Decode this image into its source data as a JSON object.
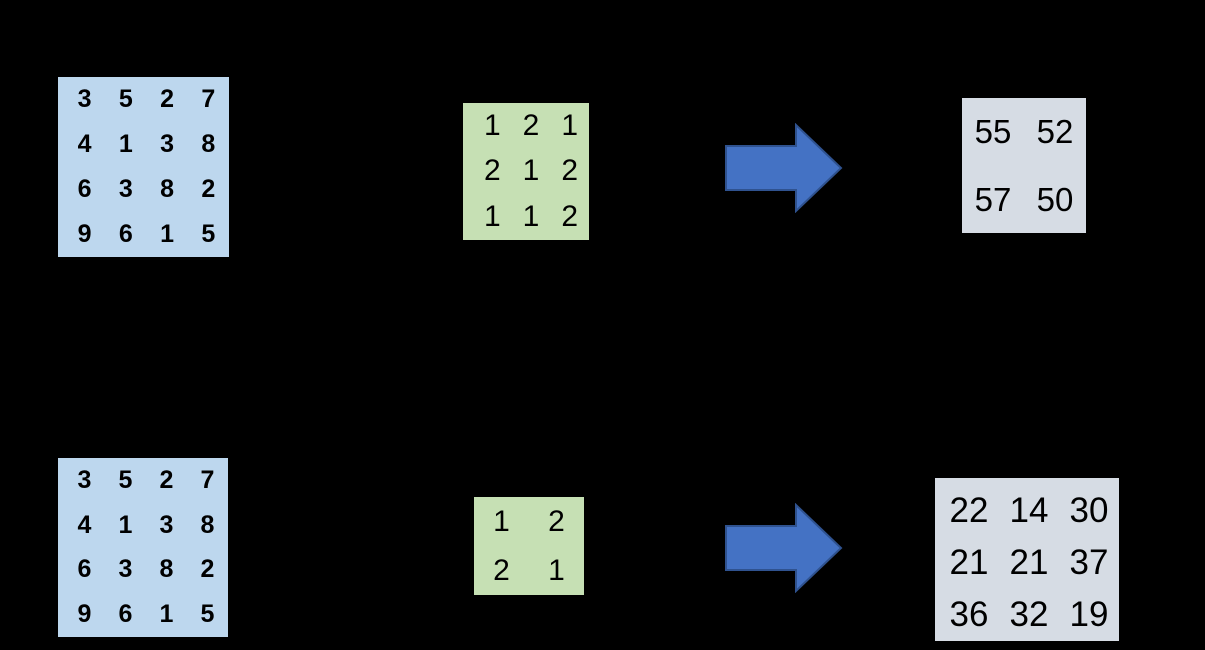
{
  "background": "#000000",
  "colors": {
    "input_fill": "#BDD7EE",
    "kernel_fill": "#C6E0B4",
    "output_fill": "#D6DCE4",
    "arrow_fill": "#4472C4",
    "arrow_border": "#2F528F",
    "text": "#000000"
  },
  "icons": {
    "arrow": "right-arrow"
  },
  "examples": [
    {
      "input": {
        "rows": [
          [
            3,
            5,
            2,
            7
          ],
          [
            4,
            1,
            3,
            8
          ],
          [
            6,
            3,
            8,
            2
          ],
          [
            9,
            6,
            1,
            5
          ]
        ]
      },
      "kernel": {
        "rows": [
          [
            1,
            2,
            1
          ],
          [
            2,
            1,
            2
          ],
          [
            1,
            1,
            2
          ]
        ]
      },
      "output": {
        "rows": [
          [
            55,
            52
          ],
          [
            57,
            50
          ]
        ]
      }
    },
    {
      "input": {
        "rows": [
          [
            3,
            5,
            2,
            7
          ],
          [
            4,
            1,
            3,
            8
          ],
          [
            6,
            3,
            8,
            2
          ],
          [
            9,
            6,
            1,
            5
          ]
        ]
      },
      "kernel": {
        "rows": [
          [
            1,
            2
          ],
          [
            2,
            1
          ]
        ]
      },
      "output": {
        "rows": [
          [
            22,
            14,
            30
          ],
          [
            21,
            21,
            37
          ],
          [
            36,
            32,
            19
          ]
        ]
      }
    }
  ]
}
